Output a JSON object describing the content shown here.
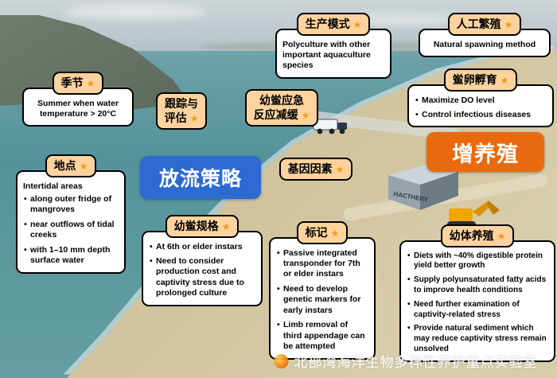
{
  "star": "★",
  "colors": {
    "release_box": "#2d6bd2",
    "enhancement_box": "#e96a0e",
    "pill_background": "#fcd39e",
    "star": "#f59a10"
  },
  "centers": {
    "release": "放流策略",
    "enhancement": "增养殖"
  },
  "nodes": {
    "season": {
      "title": "季节",
      "body": "Summer when water temperature > 20°C"
    },
    "tracking": {
      "title": "跟踪与\n评估"
    },
    "emergency": {
      "title": "幼鲎应急\n反应减缓"
    },
    "production": {
      "title": "生产模式",
      "body": "Polyculture with other important aquaculture species"
    },
    "breeding": {
      "title": "人工繁殖",
      "body": "Natural spawning method"
    },
    "incubation": {
      "title": "鲎卵孵育",
      "bullets": [
        "Maximize DO level",
        "Control infectious diseases"
      ]
    },
    "location": {
      "title": "地点",
      "intro": "Intertidal areas",
      "bullets": [
        "along outer fridge of mangroves",
        "near outflows of tidal creeks",
        "with 1–10 mm depth surface water"
      ]
    },
    "genetics": {
      "title": "基因因素"
    },
    "size": {
      "title": "幼鲎规格",
      "bullets": [
        "At 6th or elder instars",
        "Need to consider production cost and captivity stress due to prolonged culture"
      ]
    },
    "tagging": {
      "title": "标记",
      "bullets": [
        "Passive integrated transponder for 7th or elder instars",
        "Need to develop genetic markers for early instars",
        "Limb removal of third appendage can be attempted"
      ]
    },
    "culture": {
      "title": "幼体养殖",
      "bullets": [
        "Diets with ~40% digestible protein yield better growth",
        "Supply polyunsaturated fatty acids to improve health conditions",
        "Need further examination of captivity-related stress",
        "Provide natural sediment which may reduce captivity stress remain unsolved"
      ]
    }
  },
  "scene": {
    "building": "HACTHERY"
  },
  "watermark": "北部湾海洋生物多样性养护重点实验室"
}
